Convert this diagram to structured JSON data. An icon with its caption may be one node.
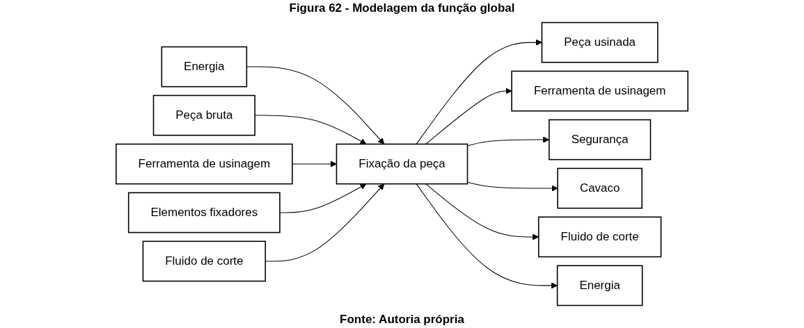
{
  "diagram": {
    "title": "Figura 62 - Modelagem da função global",
    "caption": "Fonte: Autoria própria",
    "nodes": [
      {
        "text": [
          "Energia"
        ]
      },
      {
        "text": [
          "Peça bruta"
        ]
      },
      {
        "text": [
          "Ferramenta de usinagem"
        ]
      },
      {
        "text": [
          "Elementos fixadores"
        ]
      },
      {
        "text": [
          "Fluido de corte"
        ]
      },
      {
        "text": [
          "Fixação da peça"
        ]
      },
      {
        "text": [
          "Peça usinada"
        ]
      },
      {
        "text": [
          "Ferramenta de usinagem"
        ]
      },
      {
        "text": [
          "Segurança"
        ]
      },
      {
        "text": [
          "Cavaco"
        ]
      },
      {
        "text": [
          "Fluido de corte"
        ]
      },
      {
        "text": [
          "Energia"
        ]
      }
    ],
    "edges": [
      {
        "from": 0,
        "to": 5,
        "arrow": "to"
      },
      {
        "from": 1,
        "to": 5,
        "arrow": "to"
      },
      {
        "from": 2,
        "to": 5,
        "arrow": "to"
      },
      {
        "from": 3,
        "to": 5,
        "arrow": "to"
      },
      {
        "from": 4,
        "to": 5,
        "arrow": "to"
      },
      {
        "from": 5,
        "to": 6,
        "arrow": "to"
      },
      {
        "from": 5,
        "to": 7,
        "arrow": "to"
      },
      {
        "from": 5,
        "to": 8,
        "arrow": "to"
      },
      {
        "from": 5,
        "to": 9,
        "arrow": "to"
      },
      {
        "from": 5,
        "to": 10,
        "arrow": "to"
      },
      {
        "from": 5,
        "to": 11,
        "arrow": "to"
      }
    ]
  }
}
